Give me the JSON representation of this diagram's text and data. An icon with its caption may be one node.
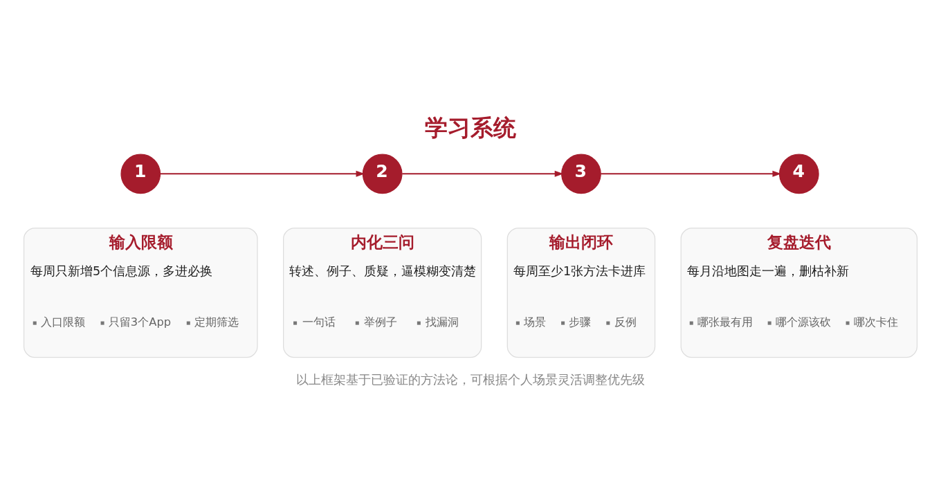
{
  "diagram": {
    "title": "学习系统",
    "caption": "以上框架基于已验证的方法论，可根据个人场景灵活调整优先级",
    "nodes": [
      {
        "text": [
          "1"
        ]
      },
      {
        "text": [
          "2"
        ]
      },
      {
        "text": [
          "3"
        ]
      },
      {
        "text": [
          "4"
        ]
      },
      {
        "text": [
          "输入限额",
          "每周只新增5个信息源，多进必换",
          "入口限额",
          "只留3个App",
          "定期筛选"
        ]
      },
      {
        "text": [
          "内化三问",
          "转述、例子、质疑，逼模糊变清楚",
          "一句话",
          "举例子",
          "找漏洞"
        ]
      },
      {
        "text": [
          "输出闭环",
          "每周至少1张方法卡进库",
          "场景",
          "步骤",
          "反例"
        ]
      },
      {
        "text": [
          "复盘迭代",
          "每月沿地图走一遍，删枯补新",
          "哪张最有用",
          "哪个源该砍",
          "哪次卡住"
        ]
      }
    ],
    "edges": [
      {
        "from": 0,
        "to": 1,
        "arrow": "to"
      },
      {
        "from": 1,
        "to": 2,
        "arrow": "to"
      },
      {
        "from": 2,
        "to": 3,
        "arrow": "to"
      }
    ]
  }
}
